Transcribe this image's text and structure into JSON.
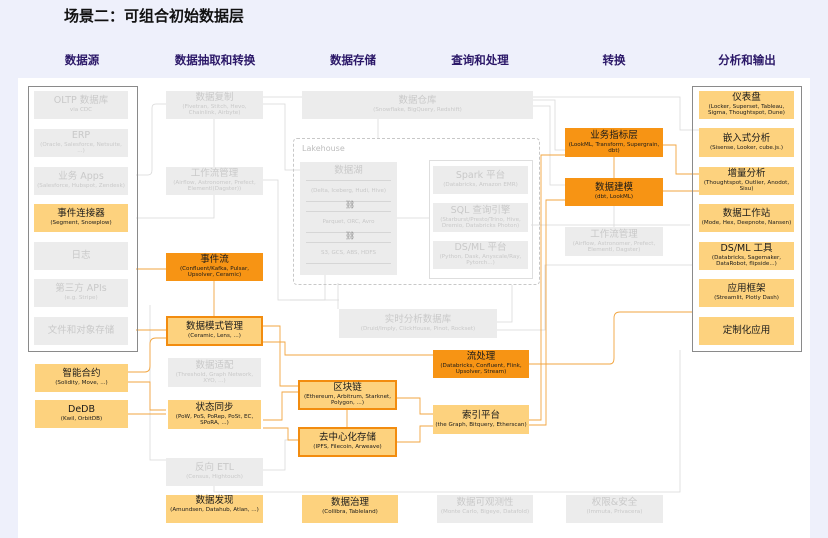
{
  "title": "场景二：可组合初始数据层",
  "columns": [
    "数据源",
    "数据抽取和转换",
    "数据存储",
    "查询和处理",
    "转换",
    "分析和输出"
  ],
  "sources": [
    {
      "t": "OLTP 数据库",
      "s": "via CDC"
    },
    {
      "t": "ERP",
      "s": "(Oracle, Salesforce, Netsuite, ...)"
    },
    {
      "t": "业务 Apps",
      "s": "(Salesforce, Hubspot, Zendesk)"
    },
    {
      "t": "事件连接器",
      "s": "(Segment, Snowplow)"
    },
    {
      "t": "日志",
      "s": ""
    },
    {
      "t": "第三方 APIs",
      "s": "(e.g. Stripe)"
    },
    {
      "t": "文件和对象存储",
      "s": ""
    },
    {
      "t": "智能合约",
      "s": "(Solidity, Move, ...)"
    },
    {
      "t": "DeDB",
      "s": "(Kwil, OrbitDB)"
    }
  ],
  "ingest": [
    {
      "t": "数据复制",
      "s": "(Fivetran, Stitch, Hevo, Chainlink, Airbyte)"
    },
    {
      "t": "工作流管理",
      "s": "(Airflow, Astronomer, Prefect, Elementl(Dagster))"
    },
    {
      "t": "事件流",
      "s": "(Confluent/Kafka, Pulsar, Upsolver, Ceramic)"
    },
    {
      "t": "数据模式管理",
      "s": "(Ceramic, Lens, ...)"
    },
    {
      "t": "数据适配",
      "s": "(Threshold, Graph Network, XYO, ...)"
    },
    {
      "t": "状态同步",
      "s": "(PoW, PoS, PoRep, PoSt, EC, SPoRA, ...)"
    },
    {
      "t": "反向 ETL",
      "s": "(Census, Hightouch)"
    },
    {
      "t": "数据发现",
      "s": "(Amundsen, Datahub, Atlan, ...)"
    }
  ],
  "storage": {
    "warehouse": {
      "t": "数据仓库",
      "s": "(Snowflake, BigQuery, Redshift)"
    },
    "lakehouse_label": "Lakehouse",
    "lake": {
      "t": "数据湖",
      "rows": [
        "(Delta, Iceberg, Hudi, Hive)",
        "Parquet, ORC, Avro",
        "S3, GCS, ABS, HDFS"
      ]
    },
    "realtime": {
      "t": "实时分析数据库",
      "s": "(Druid/Imply, ClickHouse, Pinot, Rockset)"
    },
    "blockchain": {
      "t": "区块链",
      "s": "(Ethereum, Arbitrum, Starknet, Polygon, ...)"
    },
    "dstorage": {
      "t": "去中心化存储",
      "s": "(IPFS, Filecoin, Arweave)"
    },
    "governance": {
      "t": "数据治理",
      "s": "(Collibra, Tableland)"
    }
  },
  "query": [
    {
      "t": "Spark 平台",
      "s": "(Databricks, Amazon EMR)"
    },
    {
      "t": "SQL 查询引擎",
      "s": "(Starburst/Presto/Trino, Hive, Dremio, Databricks Photon)"
    },
    {
      "t": "DS/ML 平台",
      "s": "(Python, Dask, Anyscale/Ray, Pytorch...)"
    },
    {
      "t": "流处理",
      "s": "(Databricks, Confluent, Flink, Upsolver, Stream)"
    },
    {
      "t": "索引平台",
      "s": "(the Graph, Bitquery, Etherscan)"
    },
    {
      "t": "数据可观测性",
      "s": "(Monte Carlo, Bigeye, Datafold)"
    }
  ],
  "transform": [
    {
      "t": "业务指标层",
      "s": "(LookML, Transform, Supergrain, dbt)"
    },
    {
      "t": "数据建模",
      "s": "(dbt, LookML)"
    },
    {
      "t": "工作流管理",
      "s": "(Airflow, Astronomer, Prefect, Elementl, Dagster)"
    },
    {
      "t": "权限&安全",
      "s": "(Immuta, Privacera)"
    }
  ],
  "outputs": [
    {
      "t": "仪表盘",
      "s": "(Locker, Superset, Tableau, Sigma, Thoughtspot, Dune)"
    },
    {
      "t": "嵌入式分析",
      "s": "(Sisense, Looker, cube.js.)"
    },
    {
      "t": "增量分析",
      "s": "(Thoughtspot, Outlier, Anodot, Sisu)"
    },
    {
      "t": "数据工作站",
      "s": "(Mode, Hex, Deepnote, Nansen)"
    },
    {
      "t": "DS/ML 工具",
      "s": "(Databricks, Sagemaker, DataRobot, flipside...)"
    },
    {
      "t": "应用框架",
      "s": "(Streamlit, Plotly Dash)"
    },
    {
      "t": "定制化应用",
      "s": ""
    }
  ],
  "colors": {
    "orange": "#f79414",
    "yellow": "#fdd27e",
    "gray": "#ececec",
    "header": "#2b1868"
  }
}
